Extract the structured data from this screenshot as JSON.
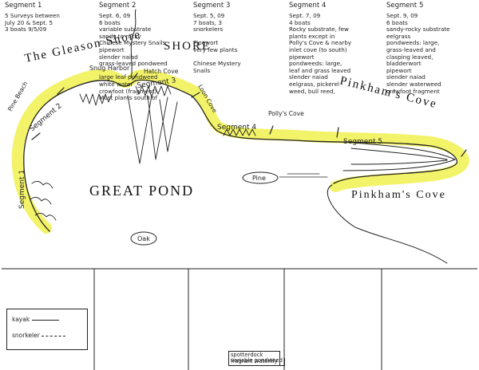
{
  "map": {
    "shore_title": "The Gleason Shore",
    "pond_name": "GREAT POND",
    "cove_name_upper": "Pinkham's Cove",
    "cove_name_lower": "Pinkham's Cove",
    "places": {
      "snug_harbor": "Snug Harbor",
      "hatch_cove": "Hatch Cove",
      "loon_cove": "Loon Cove",
      "pine_beach": "Pine Beach",
      "pollys_cove": "Polly's Cove",
      "pine_island": "Pine",
      "oak_island": "Oak"
    },
    "segment_labels": [
      "Segment 1",
      "Segment 2",
      "Segment 3",
      "Segment 4",
      "Segment 5"
    ],
    "colors": {
      "highlight": "#f3f36a",
      "ink": "#222222"
    }
  },
  "table": {
    "columns": [
      {
        "title": "Segment 1",
        "lines": [
          "5 Surveys between",
          "July 20 & Sept. 5",
          "3 boats 9/5/09"
        ]
      },
      {
        "title": "Segment 2",
        "lines": [
          "Sept. 6, 09",
          "6 boats",
          "variable substrate",
          "sandy to rocky",
          "Chinese Mystery Snails",
          "pipewort",
          "slender naiad",
          "grass-leaved pondweed",
          "",
          "large leaf pondweed",
          "white water",
          "crowfoot (fragment)",
          "Most plants south of"
        ]
      },
      {
        "title": "Segment 3",
        "lines": [
          "Sept. 5, 09",
          "7 boats, 3",
          "snorkelers",
          "",
          "Pipewort",
          "very few plants",
          "",
          "Chinese Mystery",
          "Snails"
        ]
      },
      {
        "title": "Segment 4",
        "lines": [
          "Sept. 7, 09",
          "4 boats",
          "Rocky substrate, few",
          "plants except in",
          "Polly's Cove & nearby",
          "inlet cove (to south)",
          "pipewort",
          "pondweeds: large,",
          "leaf and grass leaved",
          "slender naiad",
          "eelgrass, pickerel",
          "weed, bull reed,"
        ]
      },
      {
        "title": "Segment 5",
        "lines": [
          "Sept. 9, 09",
          "6 boats",
          "sandy-rocky substrate",
          "eelgrass",
          "pondweeds: large,",
          "grass-leaved and",
          "clasping leaved,",
          "bladderwort",
          "pipewort",
          "slender naiad",
          "slender waterweed",
          "crowfoot fragment"
        ]
      }
    ],
    "boxed_note": [
      "spotterdock",
      "fragrant waterlily",
      "variable pondweed",
      "fern pond weed"
    ]
  },
  "legend": {
    "kayak": "kayak",
    "snorkeler": "snorkeler"
  }
}
